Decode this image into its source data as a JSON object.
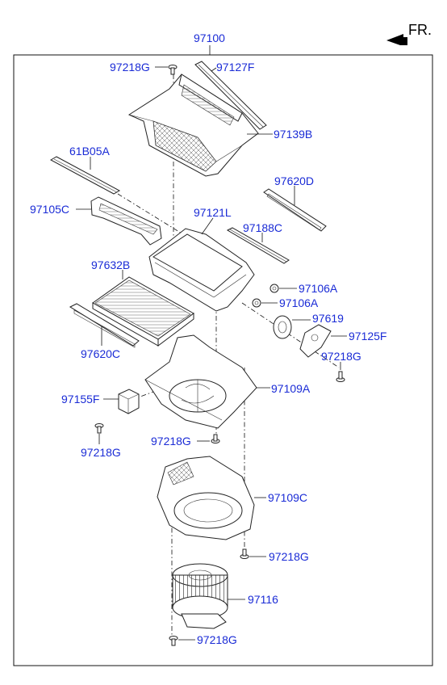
{
  "header": {
    "assembly_number": "97100",
    "front_indicator": "FR."
  },
  "labels": {
    "p97218G_top": "97218G",
    "p97127F": "97127F",
    "p97139B": "97139B",
    "p61B05A": "61B05A",
    "p97620D": "97620D",
    "p97105C": "97105C",
    "p97121L": "97121L",
    "p97188C": "97188C",
    "p97632B": "97632B",
    "p97106A_1": "97106A",
    "p97106A_2": "97106A",
    "p97619": "97619",
    "p97125F": "97125F",
    "p97620C": "97620C",
    "p97218G_right": "97218G",
    "p97155F": "97155F",
    "p97109A": "97109A",
    "p97218G_left": "97218G",
    "p97218G_mid": "97218G",
    "p97109C": "97109C",
    "p97218G_low": "97218G",
    "p97116": "97116",
    "p97218G_bottom": "97218G"
  },
  "colors": {
    "label_color": "#1a2bd6",
    "line_color": "#111111"
  },
  "icons": {
    "front_arrow": "arrow-left-icon"
  }
}
